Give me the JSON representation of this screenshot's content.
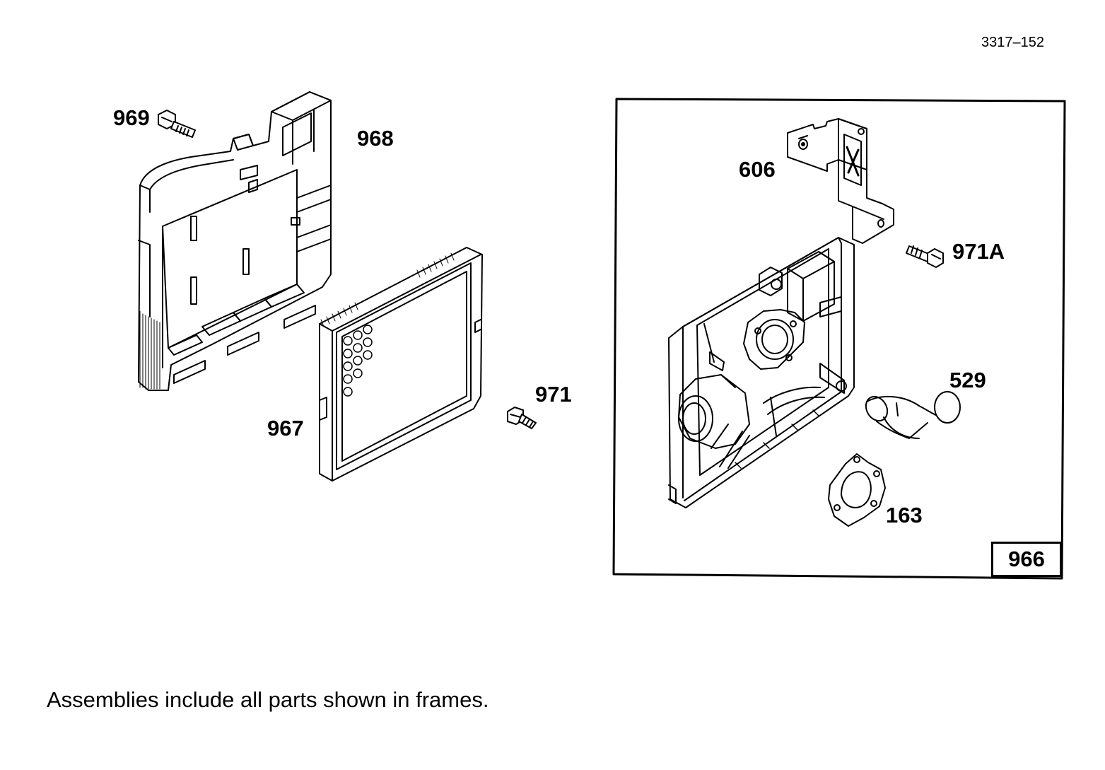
{
  "drawing_number": "3317–152",
  "assembly": {
    "number": "966"
  },
  "parts": {
    "p969": "969",
    "p968": "968",
    "p967": "967",
    "p971": "971",
    "p606": "606",
    "p971a": "971A",
    "p529": "529",
    "p163": "163"
  },
  "footnote": "Assemblies include all parts shown in frames."
}
